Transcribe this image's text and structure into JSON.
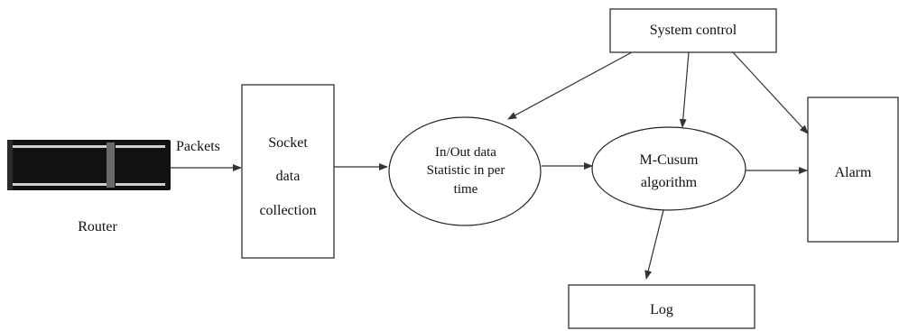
{
  "diagram": {
    "router": {
      "label": "Router",
      "edge_label": "Packets"
    },
    "socket": {
      "line1": "Socket",
      "line2": "data",
      "line3": "collection"
    },
    "stats": {
      "line1": "In/Out data",
      "line2": "Statistic in per",
      "line3": "time"
    },
    "mcusum": {
      "line1": "M-Cusum",
      "line2": "algorithm"
    },
    "system_control": {
      "label": "System control"
    },
    "alarm": {
      "label": "Alarm"
    },
    "log": {
      "label": "Log"
    }
  }
}
